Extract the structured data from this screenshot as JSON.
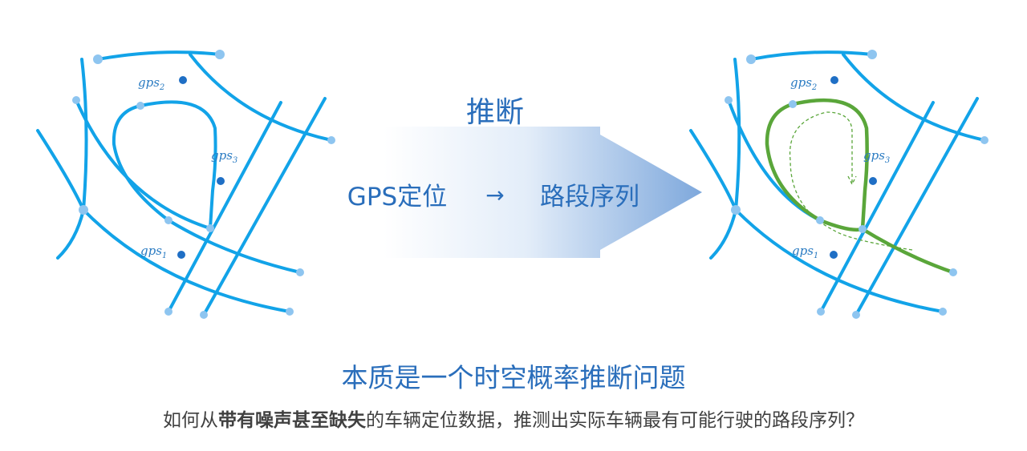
{
  "arrow": {
    "top_label": "推断",
    "from_label": "GPS定位",
    "arrow_glyph": "→",
    "to_label": "路段序列"
  },
  "left_map": {
    "gps": [
      {
        "base": "gps",
        "sub": "2"
      },
      {
        "base": "gps",
        "sub": "3"
      },
      {
        "base": "gps",
        "sub": "1"
      }
    ]
  },
  "right_map": {
    "gps": [
      {
        "base": "gps",
        "sub": "2"
      },
      {
        "base": "gps",
        "sub": "3"
      },
      {
        "base": "gps",
        "sub": "1"
      }
    ]
  },
  "caption": {
    "title": "本质是一个时空概率推断问题",
    "subtitle_pre": "如何从",
    "subtitle_bold": "带有噪声甚至缺失",
    "subtitle_post": "的车辆定位数据，推测出实际车辆最有可能行驶的路段序列？"
  },
  "colors": {
    "road": "#12a3e8",
    "node": "#8ec5f0",
    "gps_point": "#1f6fc5",
    "path": "#5aa63a",
    "text_blue": "#2a6ebb"
  }
}
